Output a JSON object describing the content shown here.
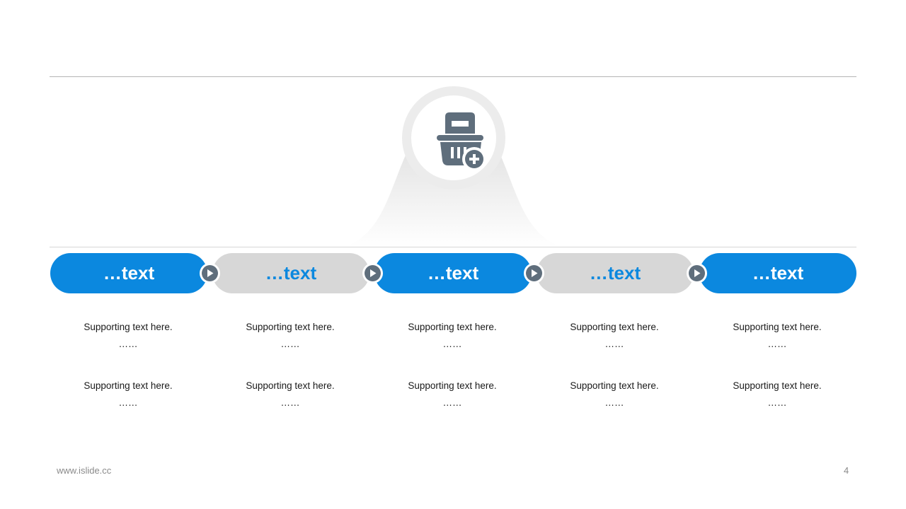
{
  "steps": [
    {
      "label": "…text",
      "style": "blue",
      "support": [
        {
          "text": "Supporting  text here.",
          "dots": "……"
        },
        {
          "text": "Supporting  text here.",
          "dots": "……"
        }
      ]
    },
    {
      "label": "…text",
      "style": "gray",
      "support": [
        {
          "text": "Supporting  text here.",
          "dots": "……"
        },
        {
          "text": "Supporting  text here.",
          "dots": "……"
        }
      ]
    },
    {
      "label": "…text",
      "style": "blue",
      "support": [
        {
          "text": "Supporting  text here.",
          "dots": "……"
        },
        {
          "text": "Supporting  text here.",
          "dots": "……"
        }
      ]
    },
    {
      "label": "…text",
      "style": "gray",
      "support": [
        {
          "text": "Supporting  text here.",
          "dots": "……"
        },
        {
          "text": "Supporting  text here.",
          "dots": "……"
        }
      ]
    },
    {
      "label": "…text",
      "style": "blue",
      "support": [
        {
          "text": "Supporting  text here.",
          "dots": "……"
        },
        {
          "text": "Supporting  text here.",
          "dots": "……"
        }
      ]
    }
  ],
  "hero_icon": "basket-add-icon",
  "arrow_icon": "play-arrow-icon",
  "colors": {
    "accent": "#0b88df",
    "pill_gray": "#d7d7d7",
    "icon": "#5f6e7c"
  },
  "footer": {
    "website": "www.islide.cc",
    "page_number": "4"
  }
}
